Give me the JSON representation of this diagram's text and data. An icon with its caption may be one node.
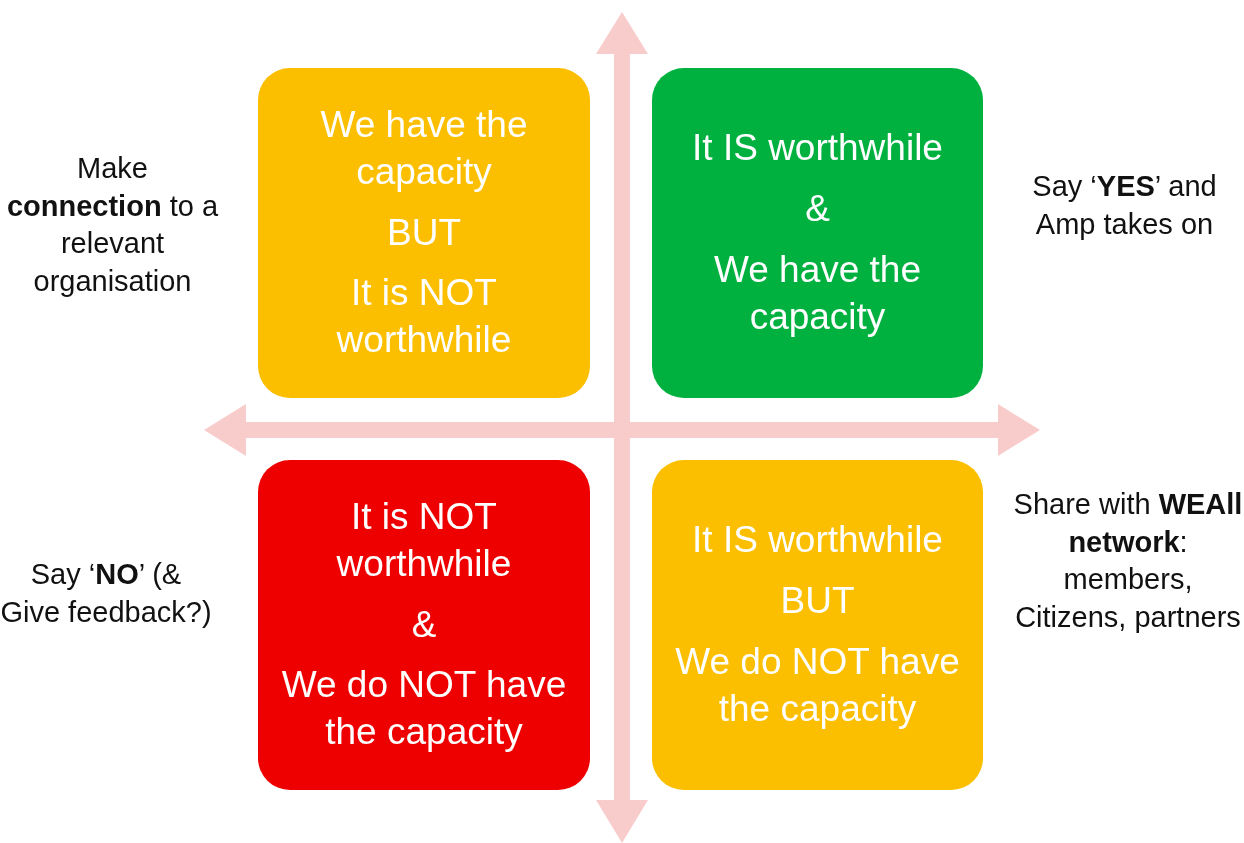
{
  "diagram": {
    "nodes": [
      {
        "text": [
          "We have the capacity",
          "BUT",
          "It is NOT worthwhile"
        ],
        "beside": [
          "Make **connection** to a relevant organisation"
        ]
      },
      {
        "text": [
          "It IS worthwhile",
          "&",
          "We have the capacity"
        ],
        "beside": [
          "Say ‘**YES**’ and Amp takes on"
        ]
      },
      {
        "text": [
          "It is NOT worthwhile",
          "&",
          "We do NOT have the capacity"
        ],
        "beside": [
          "Say ‘**NO**’ (& Give feedback?)"
        ]
      },
      {
        "text": [
          "It IS worthwhile",
          "BUT",
          "We do NOT have the capacity"
        ],
        "beside": [
          "Share with **WEAll network**: members, Citizens, partners"
        ]
      }
    ]
  }
}
